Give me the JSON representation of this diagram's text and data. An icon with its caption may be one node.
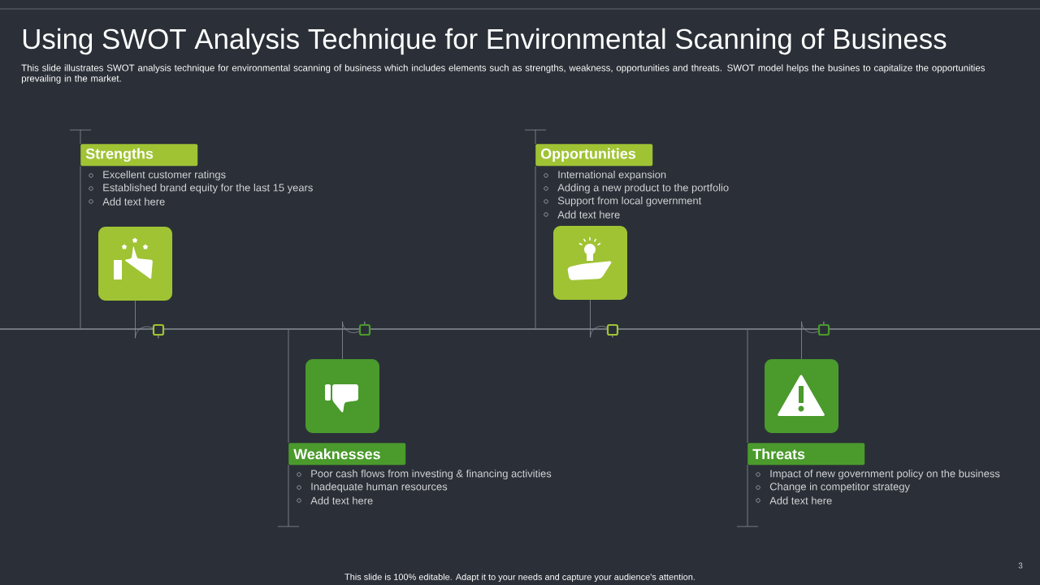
{
  "diagram": {
    "title": "Using SWOT Analysis Technique for Environmental Scanning of Business",
    "nodes": [
      {
        "text": [
          "Strengths"
        ],
        "beside": [
          "Excellent customer ratings",
          "Established brand  equity for the last 15 years",
          "Add text here"
        ]
      },
      {
        "text": [
          "Weaknesses"
        ],
        "beside": [
          "Poor cash flows from investing & financing activities",
          "Inadequate human resources",
          "Add text here"
        ]
      },
      {
        "text": [
          "Opportunities"
        ],
        "beside": [
          "International expansion",
          "Adding a new product to the portfolio",
          "Support from local government",
          "Add text here"
        ]
      },
      {
        "text": [
          "Threats"
        ],
        "beside": [
          "Impact of new government policy on the business",
          "Change in competitor strategy",
          "Add text here"
        ]
      },
      {
        "text": [],
        "shape": "bar"
      },
      {
        "text": [],
        "shape": "box"
      },
      {
        "text": [],
        "shape": "box"
      },
      {
        "text": [],
        "shape": "box"
      },
      {
        "text": [],
        "shape": "box"
      }
    ],
    "edges": [
      {
        "from": 0,
        "to": 4,
        "arrow": "none"
      },
      {
        "from": 1,
        "to": 4,
        "arrow": "none"
      },
      {
        "from": 2,
        "to": 4,
        "arrow": "none"
      },
      {
        "from": 3,
        "to": 4,
        "arrow": "none"
      },
      {
        "from": 5,
        "to": 4,
        "arrow": "none"
      },
      {
        "from": 6,
        "to": 4,
        "arrow": "none"
      },
      {
        "from": 7,
        "to": 4,
        "arrow": "none"
      },
      {
        "from": 8,
        "to": 4,
        "arrow": "none"
      }
    ],
    "labels": [
      "This slide illustrates SWOT analysis technique for environmental scanning of business which includes elements such as strengths, weakness, opportunities and threats. SWOT model helps the busines to capitalize the opportunities prevailing in the market.",
      "This slide is 100% editable. Adapt it to your needs and capture your audience's attention.",
      "3"
    ]
  }
}
